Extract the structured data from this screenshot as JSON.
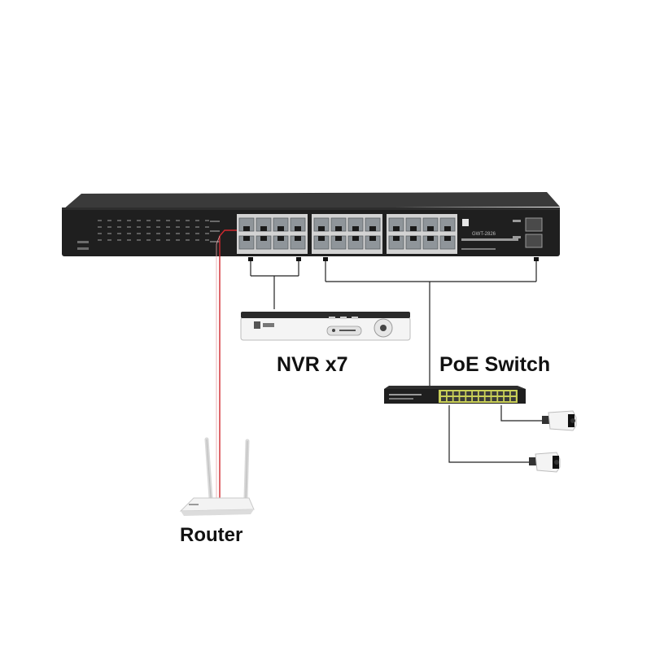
{
  "diagram": {
    "labels": {
      "nvr": "NVR x7",
      "poe_switch": "PoE Switch",
      "router": "Router"
    },
    "main_switch": {
      "brand": "",
      "model": "GWT-2826"
    },
    "colors": {
      "switch_body": "#2b2b2b",
      "switch_front": "#1c1c1c",
      "port": "#8f959a",
      "poe_port_bg": "#c9cf58",
      "router_cable": "#d0282e",
      "connector_line": "#222222",
      "device_white": "#f4f4f4"
    },
    "icons": [
      "network-switch-icon",
      "nvr-recorder-icon",
      "poe-switch-icon",
      "router-icon",
      "camera-icon"
    ]
  }
}
